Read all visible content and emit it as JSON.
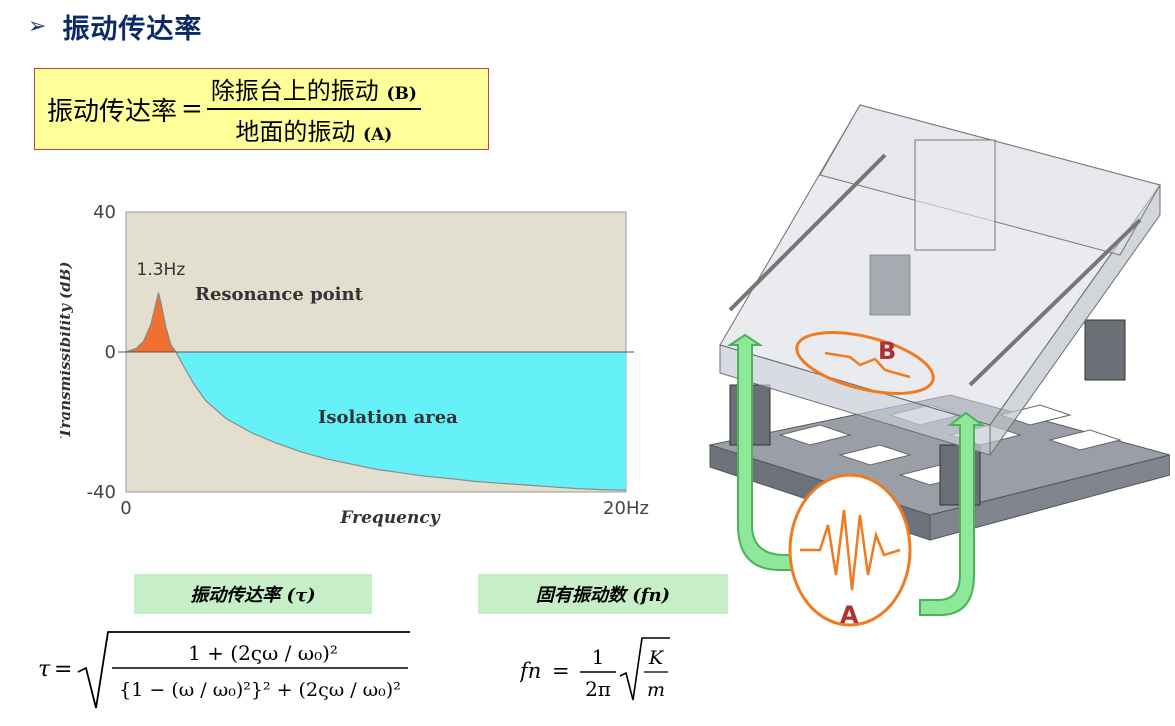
{
  "page": {
    "title_bullet": "➢",
    "title": "振动传达率"
  },
  "definition_box": {
    "lhs": "振动传达率",
    "equals": "=",
    "numerator": "除振台上的振动",
    "numerator_tag": "(B)",
    "denominator": "地面的振动",
    "denominator_tag": "(A)"
  },
  "chart_data": {
    "type": "area",
    "xlabel": "Frequency",
    "ylabel": "Transmissibility (dB)",
    "x_ticks": [
      "0",
      "20Hz"
    ],
    "y_ticks": [
      "40",
      "0",
      "-40"
    ],
    "xlim": [
      0,
      20
    ],
    "ylim": [
      -40,
      40
    ],
    "annotations": [
      {
        "text": "1.3Hz",
        "x": 1.3,
        "y": 22
      },
      {
        "text": "Resonance point"
      },
      {
        "text": "Isolation area"
      }
    ],
    "series": [
      {
        "x": [
          0,
          0.4,
          0.7,
          1.0,
          1.2,
          1.3,
          1.4,
          1.6,
          1.8,
          2.0,
          2.3,
          2.7,
          3.2,
          4,
          5,
          6,
          7,
          8,
          9,
          10,
          11,
          12,
          13,
          14,
          15,
          16,
          17,
          18,
          19,
          20
        ],
        "y": [
          0,
          1,
          3,
          8,
          14,
          17,
          14,
          7,
          2,
          0,
          -4,
          -9,
          -14,
          -19,
          -23,
          -26,
          -28.5,
          -30.5,
          -32,
          -33.5,
          -34.5,
          -35.5,
          -36.2,
          -37,
          -37.5,
          -38,
          -38.5,
          -39,
          -39.3,
          -39.5
        ]
      }
    ],
    "colors": {
      "positive": "#f07030",
      "negative": "#66f0f8",
      "background": "#e2dfcf",
      "line": "#8a8a8a"
    }
  },
  "labels": {
    "tau_label": "振动传达率 (τ)",
    "fn_label": "固有振动数 (fn)"
  },
  "formulas": {
    "tau_symbol": "τ",
    "equals": "=",
    "tau_numerator": "1 + (2ςω / ω₀)²",
    "tau_denominator": "{1 − (ω / ω₀)²}² + (2ςω / ω₀)²",
    "fn_symbol": "fn",
    "fn_one": "1",
    "fn_two_pi": "2π",
    "fn_k": "K",
    "fn_m": "m"
  },
  "diagram": {
    "label_a": "A",
    "label_b": "B",
    "colors": {
      "arrow": "#7ed98a",
      "signal": "#f07a20",
      "label": "#b03030"
    }
  }
}
